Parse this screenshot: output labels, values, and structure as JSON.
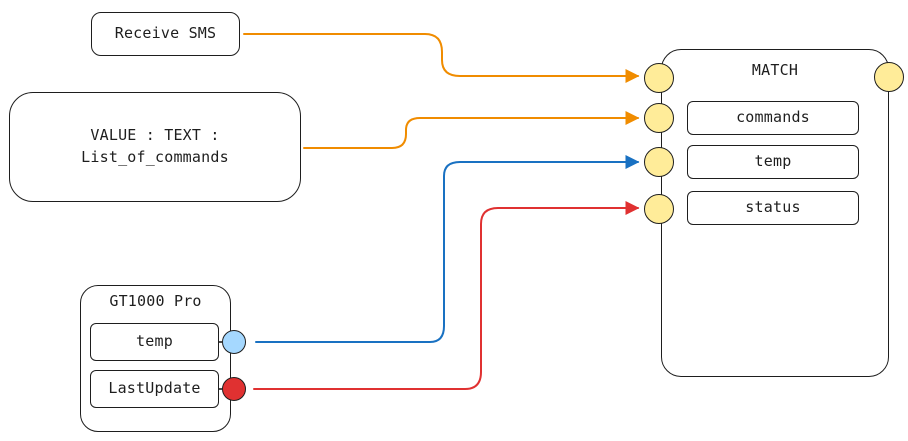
{
  "nodes": {
    "receive_sms": {
      "label": "Receive SMS"
    },
    "value_text": {
      "label": "VALUE : TEXT :\nList_of_commands"
    },
    "gt1000": {
      "title": "GT1000 Pro",
      "fields": [
        {
          "label": "temp"
        },
        {
          "label": "LastUpdate"
        }
      ]
    },
    "match": {
      "title": "MATCH",
      "fields": [
        {
          "label": "commands"
        },
        {
          "label": "temp"
        },
        {
          "label": "status"
        }
      ]
    }
  },
  "colors": {
    "stroke": "#1e1e1e",
    "port_yellow": "#ffec99",
    "port_blue": "#a5d8ff",
    "port_red": "#e03131",
    "edge_orange": "#f08c00",
    "edge_blue": "#1971c2",
    "edge_red": "#e03131"
  },
  "edges": [
    {
      "from": "receive_sms",
      "to": "match.trigger",
      "color": "edge_orange"
    },
    {
      "from": "value_text",
      "to": "match.commands",
      "color": "edge_orange"
    },
    {
      "from": "gt1000.temp",
      "to": "match.temp",
      "color": "edge_blue"
    },
    {
      "from": "gt1000.LastUpdate",
      "to": "match.status",
      "color": "edge_red"
    }
  ]
}
